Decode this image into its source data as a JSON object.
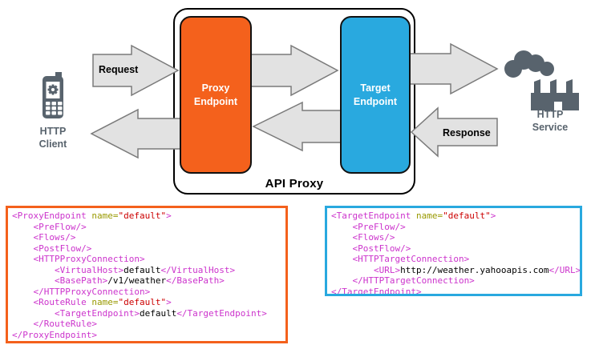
{
  "diagram": {
    "api_proxy_label": "API Proxy",
    "proxy_endpoint_label": "Proxy Endpoint",
    "target_endpoint_label": "Target Endpoint",
    "client_label": "HTTP\nClient",
    "service_label": "HTTP\nService",
    "request_label": "Request",
    "response_label": "Response",
    "icons": {
      "client": "mobile-phone-icon",
      "service": "factory-cloud-icon"
    },
    "colors": {
      "proxy_orange": "#F4611C",
      "target_blue": "#29A9DF",
      "arrow_fill": "#E2E2E2",
      "arrow_stroke": "#7A7A7A",
      "icon_gray": "#58636D"
    }
  },
  "syntax_colors": {
    "tag": "#CC33CC",
    "attr": "#999900",
    "val": "#CC0000",
    "txt": "#000000"
  },
  "code_blocks": [
    {
      "name": "proxy-endpoint-xml",
      "border_color": "#F4611C",
      "lines": [
        [
          [
            "tag",
            "<ProxyEndpoint "
          ],
          [
            "attr",
            "name="
          ],
          [
            "val",
            "\"default\""
          ],
          [
            "tag",
            ">"
          ]
        ],
        [
          [
            "tag",
            "    <PreFlow/>"
          ]
        ],
        [
          [
            "tag",
            "    <Flows/>"
          ]
        ],
        [
          [
            "tag",
            "    <PostFlow/>"
          ]
        ],
        [
          [
            "tag",
            "    <HTTPProxyConnection>"
          ]
        ],
        [
          [
            "tag",
            "        <VirtualHost>"
          ],
          [
            "txt",
            "default"
          ],
          [
            "tag",
            "</VirtualHost>"
          ]
        ],
        [
          [
            "tag",
            "        <BasePath>"
          ],
          [
            "txt",
            "/v1/weather"
          ],
          [
            "tag",
            "</BasePath>"
          ]
        ],
        [
          [
            "tag",
            "    </HTTPProxyConnection>"
          ]
        ],
        [
          [
            "tag",
            "    <RouteRule "
          ],
          [
            "attr",
            "name="
          ],
          [
            "val",
            "\"default\""
          ],
          [
            "tag",
            ">"
          ]
        ],
        [
          [
            "tag",
            "        <TargetEndpoint>"
          ],
          [
            "txt",
            "default"
          ],
          [
            "tag",
            "</TargetEndpoint>"
          ]
        ],
        [
          [
            "tag",
            "    </RouteRule>"
          ]
        ],
        [
          [
            "tag",
            "</ProxyEndpoint>"
          ]
        ]
      ]
    },
    {
      "name": "target-endpoint-xml",
      "border_color": "#29A9DF",
      "lines": [
        [
          [
            "tag",
            "<TargetEndpoint "
          ],
          [
            "attr",
            "name="
          ],
          [
            "val",
            "\"default\""
          ],
          [
            "tag",
            ">"
          ]
        ],
        [
          [
            "tag",
            "    <PreFlow/>"
          ]
        ],
        [
          [
            "tag",
            "    <Flows/>"
          ]
        ],
        [
          [
            "tag",
            "    <PostFlow/>"
          ]
        ],
        [
          [
            "tag",
            "    <HTTPTargetConnection>"
          ]
        ],
        [
          [
            "tag",
            "        <URL>"
          ],
          [
            "txt",
            "http://weather.yahooapis.com"
          ],
          [
            "tag",
            "</URL>"
          ]
        ],
        [
          [
            "tag",
            "    </HTTPTargetConnection>"
          ]
        ],
        [
          [
            "tag",
            "</TargetEndpoint>"
          ]
        ]
      ]
    }
  ]
}
